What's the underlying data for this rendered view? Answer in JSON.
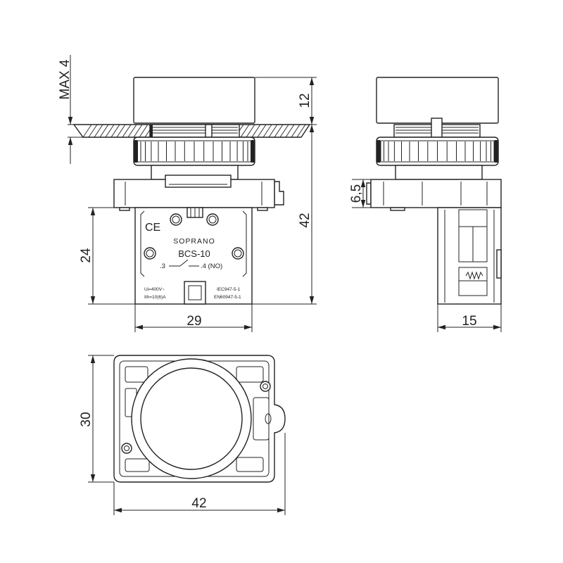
{
  "dimensions": {
    "max_panel_thickness": "MAX 4",
    "cap_height": "12",
    "overall_height": "42",
    "contact_block_height": "24",
    "contact_block_width": "29",
    "adapter_height": "6,5",
    "contact_block_depth": "15",
    "base_height": "30",
    "base_width": "42"
  },
  "contact_block_label": {
    "ce_mark": "CE",
    "brand": "SOPRANO",
    "model": "BCS-10",
    "terminal_left": ".3",
    "terminal_right": ".4 (NO)",
    "rated_voltage": "Ui=400V~",
    "rated_current": "Ith=10(6)A",
    "standard_iec": "IEC947-5-1",
    "standard_en": "EN60947-5-1"
  },
  "colors": {
    "line": "#222222",
    "background": "#ffffff"
  }
}
